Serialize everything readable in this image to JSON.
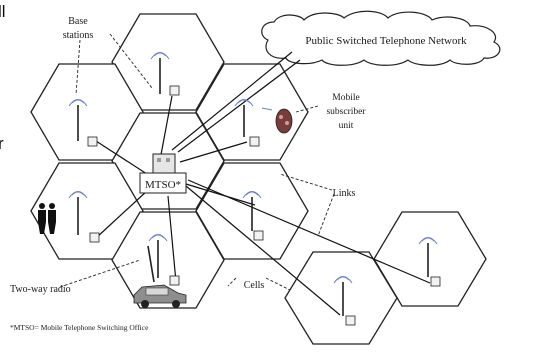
{
  "edge_text": {
    "left_top": "ll",
    "left_mid": "r"
  },
  "labels": {
    "base_stations_1": "Base",
    "base_stations_2": "stations",
    "pstn": "Public Switched Telephone Network",
    "mobile_1": "Mobile",
    "mobile_2": "subscriber",
    "mobile_3": "unit",
    "mtso": "MTSO*",
    "links": "Links",
    "two_way_radio": "Two-way radio",
    "cells": "Cells",
    "footnote": "*MTSO= Mobile Telephone Switching Office"
  },
  "colors": {
    "line": "#111111",
    "signal": "#6a7fd0",
    "hex_fill": "#ffffff"
  },
  "icons": {
    "tower": "cell-tower-icon",
    "handset": "mobile-handset-icon",
    "people": "people-icon",
    "car": "car-icon",
    "building": "switching-office-building-icon",
    "cloud": "network-cloud-icon"
  }
}
